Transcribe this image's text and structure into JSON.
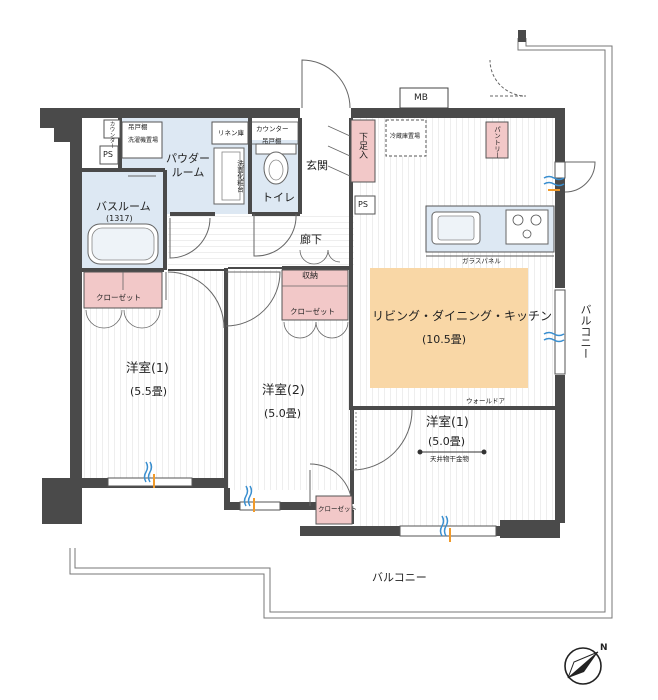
{
  "rooms": {
    "bath": "バスルーム",
    "bath_size": "(1317)",
    "powder": "パウダー\nルーム",
    "toilet": "トイレ",
    "entrance": "玄関",
    "corridor": "廊下",
    "ldk": "リビング・ダイニング・キッチン",
    "ldk_size": "(10.5畳)",
    "western1": "洋室(1)",
    "western1_size": "(5.5畳)",
    "western2": "洋室(2)",
    "western2_size": "(5.0畳)",
    "western3": "洋室(1)",
    "western3_size": "(5.0畳)"
  },
  "storage": {
    "closet1": "クローゼット",
    "closet2": "クローゼット",
    "closet_small": "クローゼット",
    "shuno": "収納",
    "linen": "リネン庫",
    "counter1": "カウンター",
    "counter2": "カウンター",
    "tobukuro1": "吊戸棚",
    "tobukuro2": "吊戸棚",
    "washer": "洗濯機置場",
    "vanity": "洗面化粧台",
    "shoe": "下足入",
    "fridge": "冷蔵庫置場",
    "pantry": "パントリー",
    "ps1": "PS",
    "ps2": "PS",
    "mb": "MB"
  },
  "labels": {
    "glass_panel": "ガラスパネル",
    "wall_door": "ウォールドア",
    "ceiling_hanger": "天井物干金物",
    "balcony_right": "バルコニー",
    "balcony_bottom": "バルコニー",
    "north": "N"
  },
  "colors": {
    "wall": "#4a4a4a",
    "wet_area": "#dde8f3",
    "ldk_highlight": "#f9d7a6",
    "closet_pink": "#f2c8c8",
    "floor_lines": "#d4d4d4"
  }
}
